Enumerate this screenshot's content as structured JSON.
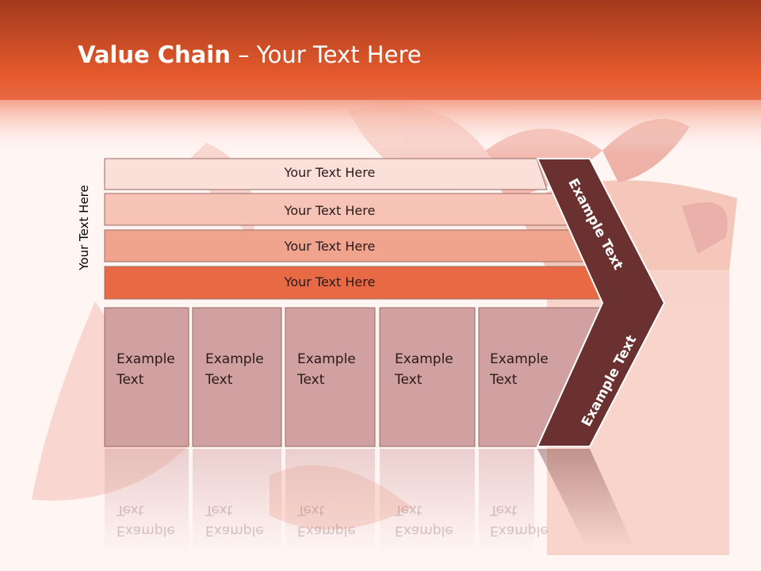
{
  "title": {
    "bold": "Value Chain",
    "rest": " – Your Text Here"
  },
  "side_label": "Your Text Here",
  "rows": [
    {
      "label": "Your Text Here",
      "fill": "#fbe0da"
    },
    {
      "label": "Your Text Here",
      "fill": "#f6c3b6"
    },
    {
      "label": "Your Text Here",
      "fill": "#f0a48e"
    },
    {
      "label": "Your Text Here",
      "fill": "#e86a45"
    }
  ],
  "columns": [
    {
      "line1": "Example",
      "line2": "Text"
    },
    {
      "line1": "Example",
      "line2": "Text"
    },
    {
      "line1": "Example",
      "line2": "Text"
    },
    {
      "line1": "Example",
      "line2": "Text"
    },
    {
      "line1": "Example",
      "line2": "Text"
    }
  ],
  "chevron": {
    "upper": "Example Text",
    "lower": "Example Text"
  },
  "colors": {
    "header_top": "#a0391c",
    "header_bottom": "#e85c2e",
    "column_fill": "#d1a0a0",
    "chevron_fill": "#6b3030"
  }
}
